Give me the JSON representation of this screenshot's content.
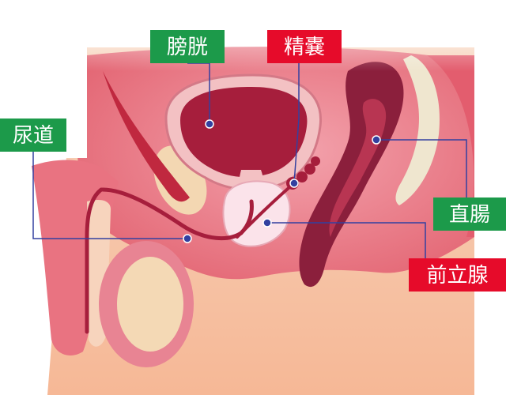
{
  "colors": {
    "green_label": "#1c9a4a",
    "red_label": "#e60b2a",
    "skin": "#f4c6a6",
    "tissue": "#e7707e",
    "tissue_light": "#f2a8b0",
    "organ_dark": "#a61e3c",
    "rectum": "#8b1f3c",
    "bone": "#f0e6cd",
    "leader": "#3340a0"
  },
  "labels": {
    "bladder": "膀胱",
    "seminal_vesicle": "精嚢",
    "urethra": "尿道",
    "rectum": "直腸",
    "prostate": "前立腺"
  }
}
